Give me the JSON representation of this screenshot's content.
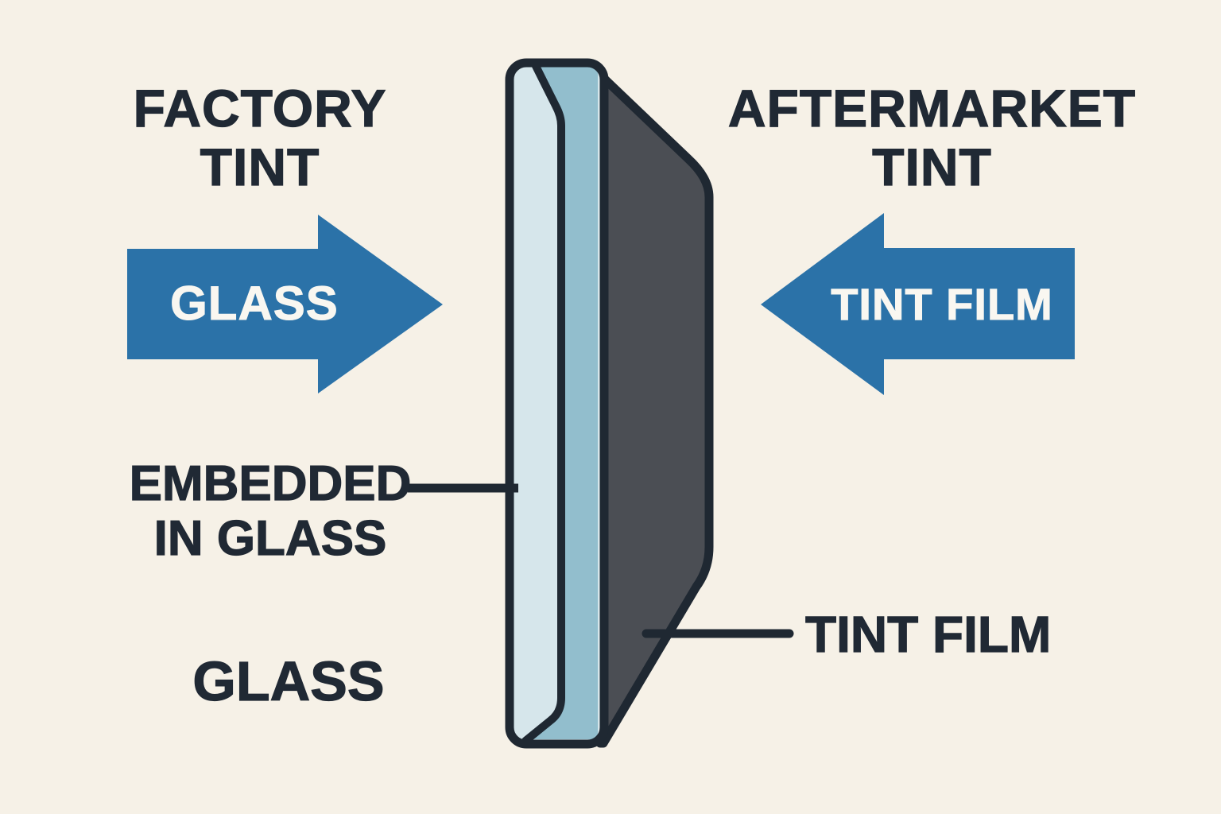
{
  "colors": {
    "background": "#f6f1e7",
    "ink": "#1f2832",
    "arrow_blue": "#2b72a8",
    "arrow_text": "#f9f7f1",
    "glass_light": "#d6e6eb",
    "glass_edge": "#92becd",
    "tint_film_dark": "#4b4e54"
  },
  "left": {
    "heading": "FACTORY\nTINT",
    "arrow_label": "GLASS",
    "embedded_label": "EMBEDDED\nIN GLASS",
    "glass_label": "GLASS"
  },
  "right": {
    "heading": "AFTERMARKET\nTINT",
    "arrow_label": "TINT FILM",
    "tint_film_label": "TINT FILM"
  }
}
